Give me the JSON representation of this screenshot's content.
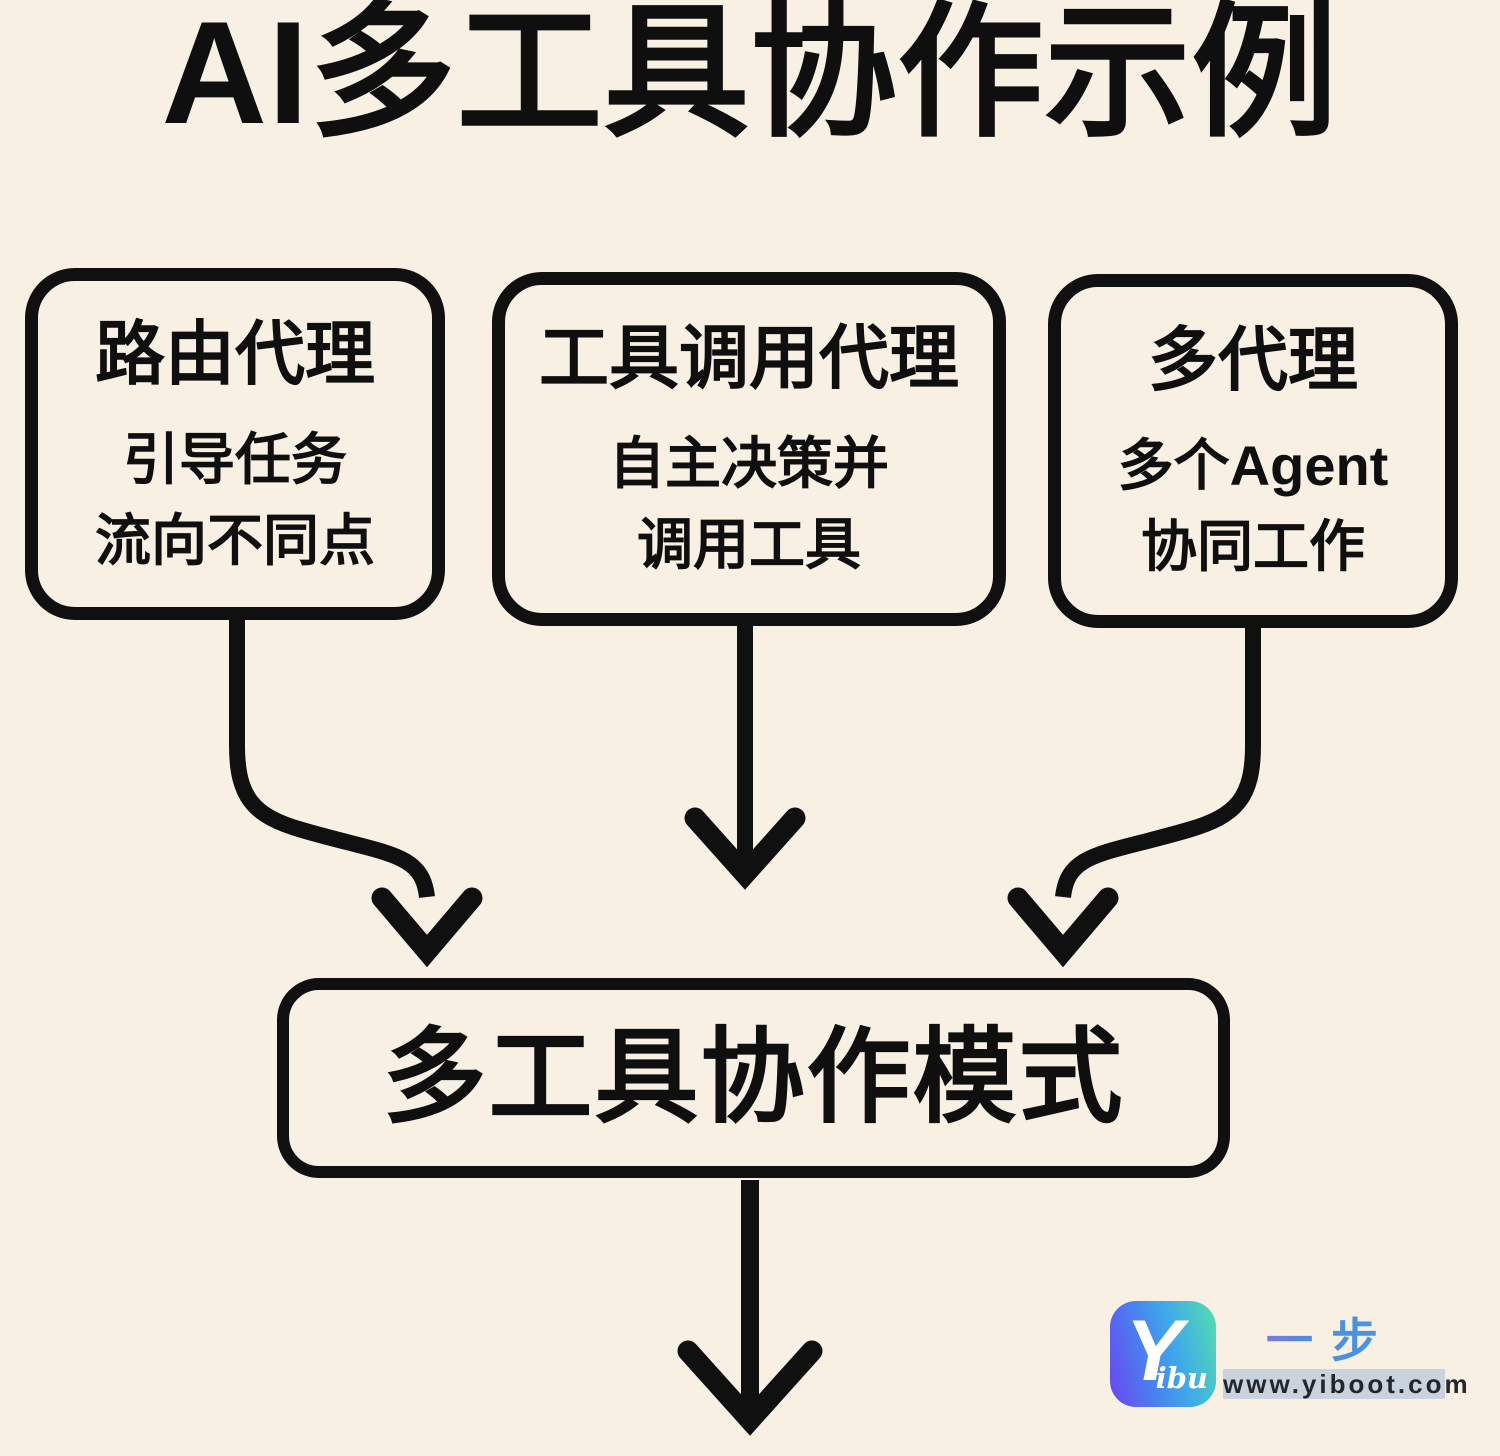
{
  "title": "AI多工具协作示例",
  "boxes": [
    {
      "title": "路由代理",
      "lines": [
        "引导任务",
        "流向不同点"
      ]
    },
    {
      "title": "工具调用代理",
      "lines": [
        "自主决策并",
        "调用工具"
      ]
    },
    {
      "title": "多代理",
      "lines": [
        "多个Agent",
        "协同工作"
      ]
    }
  ],
  "result": {
    "title": "多工具协作模式"
  },
  "logo": {
    "icon_y": "Y",
    "icon_script": "ibu",
    "brand": "一步",
    "url": "www.yiboot.com"
  },
  "colors": {
    "background": "#f8f1e3",
    "ink": "#101010",
    "icon_gradient_start": "#6a46f0",
    "icon_gradient_mid": "#3fa8ea",
    "icon_gradient_end": "#55dfae",
    "brand_blue": "#4a8fdc",
    "url_bar_bg": "#c9d3de",
    "url_text": "#23262b"
  }
}
